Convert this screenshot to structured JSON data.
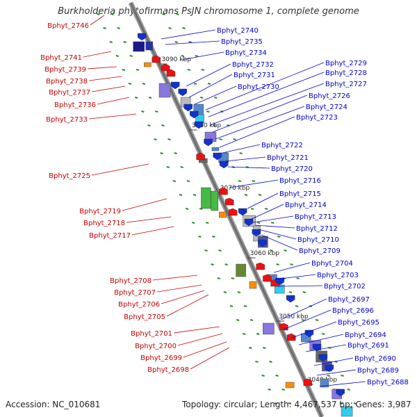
{
  "title": "Burkholderia phytofirmans PsJN chromosome 1, complete genome",
  "footer": {
    "accession": "Accession: NC_010681",
    "topology": "Topology: circular; Length: 4,467,537 bp; Genes: 3,987"
  },
  "colors": {
    "backbone": "#7a7a7a",
    "left_label": "#c80000",
    "right_label": "#0000cc",
    "dots": "#2a8a2a"
  },
  "kbp_marks": [
    "3090 kbp",
    "3080 kbp",
    "3070 kbp",
    "3060 kbp",
    "3050 kbp",
    "3040 kbp"
  ],
  "left_labels": [
    "Bphyt_2746",
    "Bphyt_2741",
    "Bphyt_2739",
    "Bphyt_2738",
    "Bphyt_2737",
    "Bphyt_2736",
    "Bphyt_2733",
    "Bphyt_2725",
    "Bphyt_2719",
    "Bphyt_2718",
    "Bphyt_2717",
    "Bphyt_2708",
    "Bphyt_2707",
    "Bphyt_2706",
    "Bphyt_2705",
    "Bphyt_2701",
    "Bphyt_2700",
    "Bphyt_2699",
    "Bphyt_2698"
  ],
  "right_labels": [
    "Bphyt_2740",
    "Bphyt_2735",
    "Bphyt_2734",
    "Bphyt_2732",
    "Bphyt_2731",
    "Bphyt_2730",
    "Bphyt_2729",
    "Bphyt_2728",
    "Bphyt_2727",
    "Bphyt_2726",
    "Bphyt_2724",
    "Bphyt_2723",
    "Bphyt_2722",
    "Bphyt_2721",
    "Bphyt_2720",
    "Bphyt_2716",
    "Bphyt_2715",
    "Bphyt_2714",
    "Bphyt_2713",
    "Bphyt_2712",
    "Bphyt_2710",
    "Bphyt_2709",
    "Bphyt_2704",
    "Bphyt_2703",
    "Bphyt_2702",
    "Bphyt_2697",
    "Bphyt_2696",
    "Bphyt_2695",
    "Bphyt_2694",
    "Bphyt_2691",
    "Bphyt_2690",
    "Bphyt_2689",
    "Bphyt_2688"
  ]
}
